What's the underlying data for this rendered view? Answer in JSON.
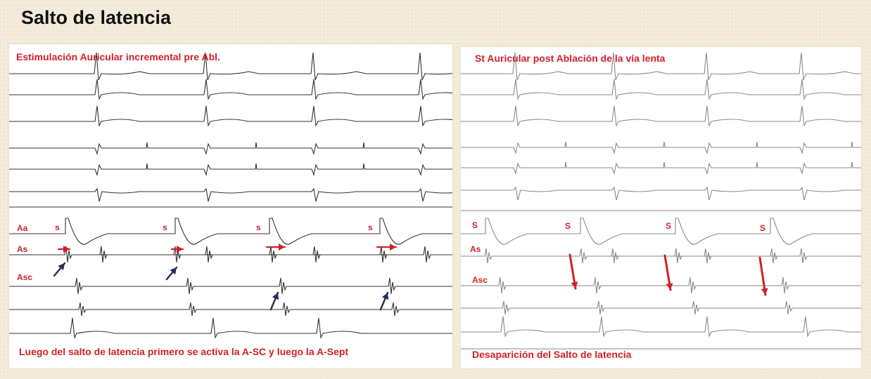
{
  "title": "Salto de latencia",
  "left_panel": {
    "caption_top": "Estimulación Auricular incremental pre Abl.",
    "caption_bottom": "Luego del salto de latencia primero se activa la A-SC y  luego la A-Sept",
    "lead_labels": [
      "Aa",
      "As",
      "Asc"
    ],
    "stim_label": "s"
  },
  "right_panel": {
    "caption_top": "St Auricular post Ablación de la vía lenta",
    "caption_bottom": "Desaparición del Salto de latencia",
    "lead_labels": [
      "S",
      "As",
      "Asc"
    ],
    "stim_label": "S"
  },
  "colors": {
    "annotation_red": "#d0202a",
    "annotation_navy": "#1f2f5c",
    "trace_dark": "#333333",
    "trace_light": "#8a8a8a"
  }
}
